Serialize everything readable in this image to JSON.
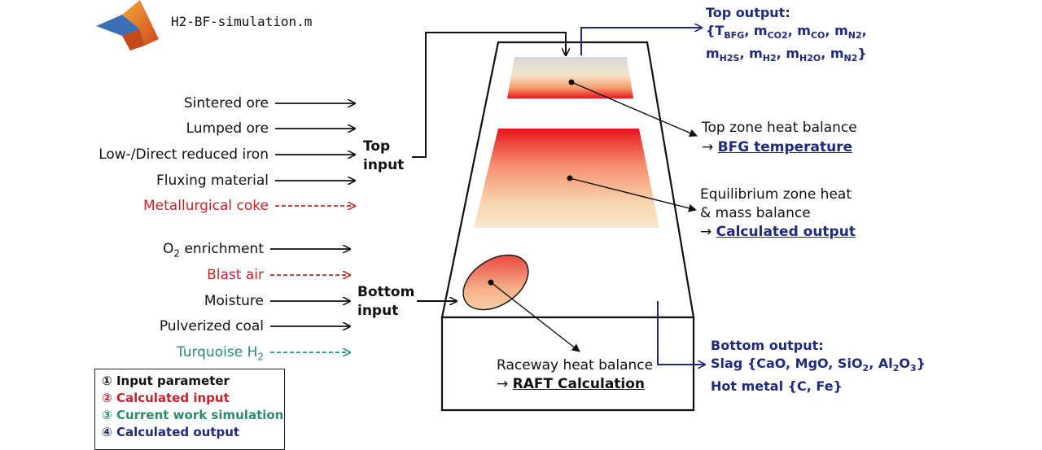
{
  "header": {
    "file_name": "H2-BF-simulation.m",
    "logo_icon": "matlab-logo-icon"
  },
  "inputs": [
    {
      "label": "Sintered ore",
      "category": "input",
      "color": "#111111",
      "dashed": false
    },
    {
      "label": "Lumped ore",
      "category": "input",
      "color": "#111111",
      "dashed": false
    },
    {
      "label": "Low-/Direct reduced iron",
      "category": "input",
      "color": "#111111",
      "dashed": false
    },
    {
      "label": "Fluxing material",
      "category": "input",
      "color": "#111111",
      "dashed": false
    },
    {
      "label": "Metallurgical coke",
      "category": "calculated",
      "color": "#c0262c",
      "dashed": true
    },
    {
      "label_pre": "O",
      "label_sub": "2",
      "label_post": " enrichment",
      "category": "input",
      "color": "#111111",
      "dashed": false
    },
    {
      "label": "Blast air",
      "category": "calculated",
      "color": "#c0262c",
      "dashed": true
    },
    {
      "label": "Moisture",
      "category": "input",
      "color": "#111111",
      "dashed": false
    },
    {
      "label": "Pulverized coal",
      "category": "input",
      "color": "#111111",
      "dashed": false
    },
    {
      "label_pre": "Turquoise H",
      "label_sub": "2",
      "label_post": "",
      "category": "current",
      "color": "#2e8b6e",
      "dashed": true
    }
  ],
  "top_input": {
    "line1": "Top",
    "line2": "input"
  },
  "bottom_input": {
    "line1": "Bottom",
    "line2": "input"
  },
  "top_output": {
    "title": "Top output:",
    "vars_line1": "{T_BFG, m_CO2, m_CO, m_N2,",
    "vars_line2": "m_H2S, m_H2, m_H2O, m_N2}"
  },
  "top_zone": {
    "line1": "Top zone heat balance",
    "arrow": "→",
    "result": "BFG temperature"
  },
  "equilibrium_zone": {
    "line1": "Equilibrium zone heat",
    "line2": "& mass balance",
    "arrow": "→",
    "result": "Calculated output"
  },
  "raceway": {
    "line1": "Raceway heat balance",
    "arrow": "→",
    "result": "RAFT Calculation"
  },
  "bottom_output": {
    "title": "Bottom output:",
    "slag": "Slag {CaO, MgO, SiO2, Al2O3}",
    "hot_metal": "Hot metal {C, Fe}"
  },
  "legend": [
    {
      "num": "①",
      "text": "Input parameter",
      "color": "#111111"
    },
    {
      "num": "②",
      "text": "Calculated input",
      "color": "#c0262c"
    },
    {
      "num": "③",
      "text": "Current work simulation",
      "color": "#2e8b6e"
    },
    {
      "num": "④",
      "text": "Calculated output",
      "color": "#1f2a7a"
    }
  ],
  "colors": {
    "input": "#111111",
    "calculated": "#c0262c",
    "current": "#2e8b6e",
    "output": "#1f2a7a"
  }
}
